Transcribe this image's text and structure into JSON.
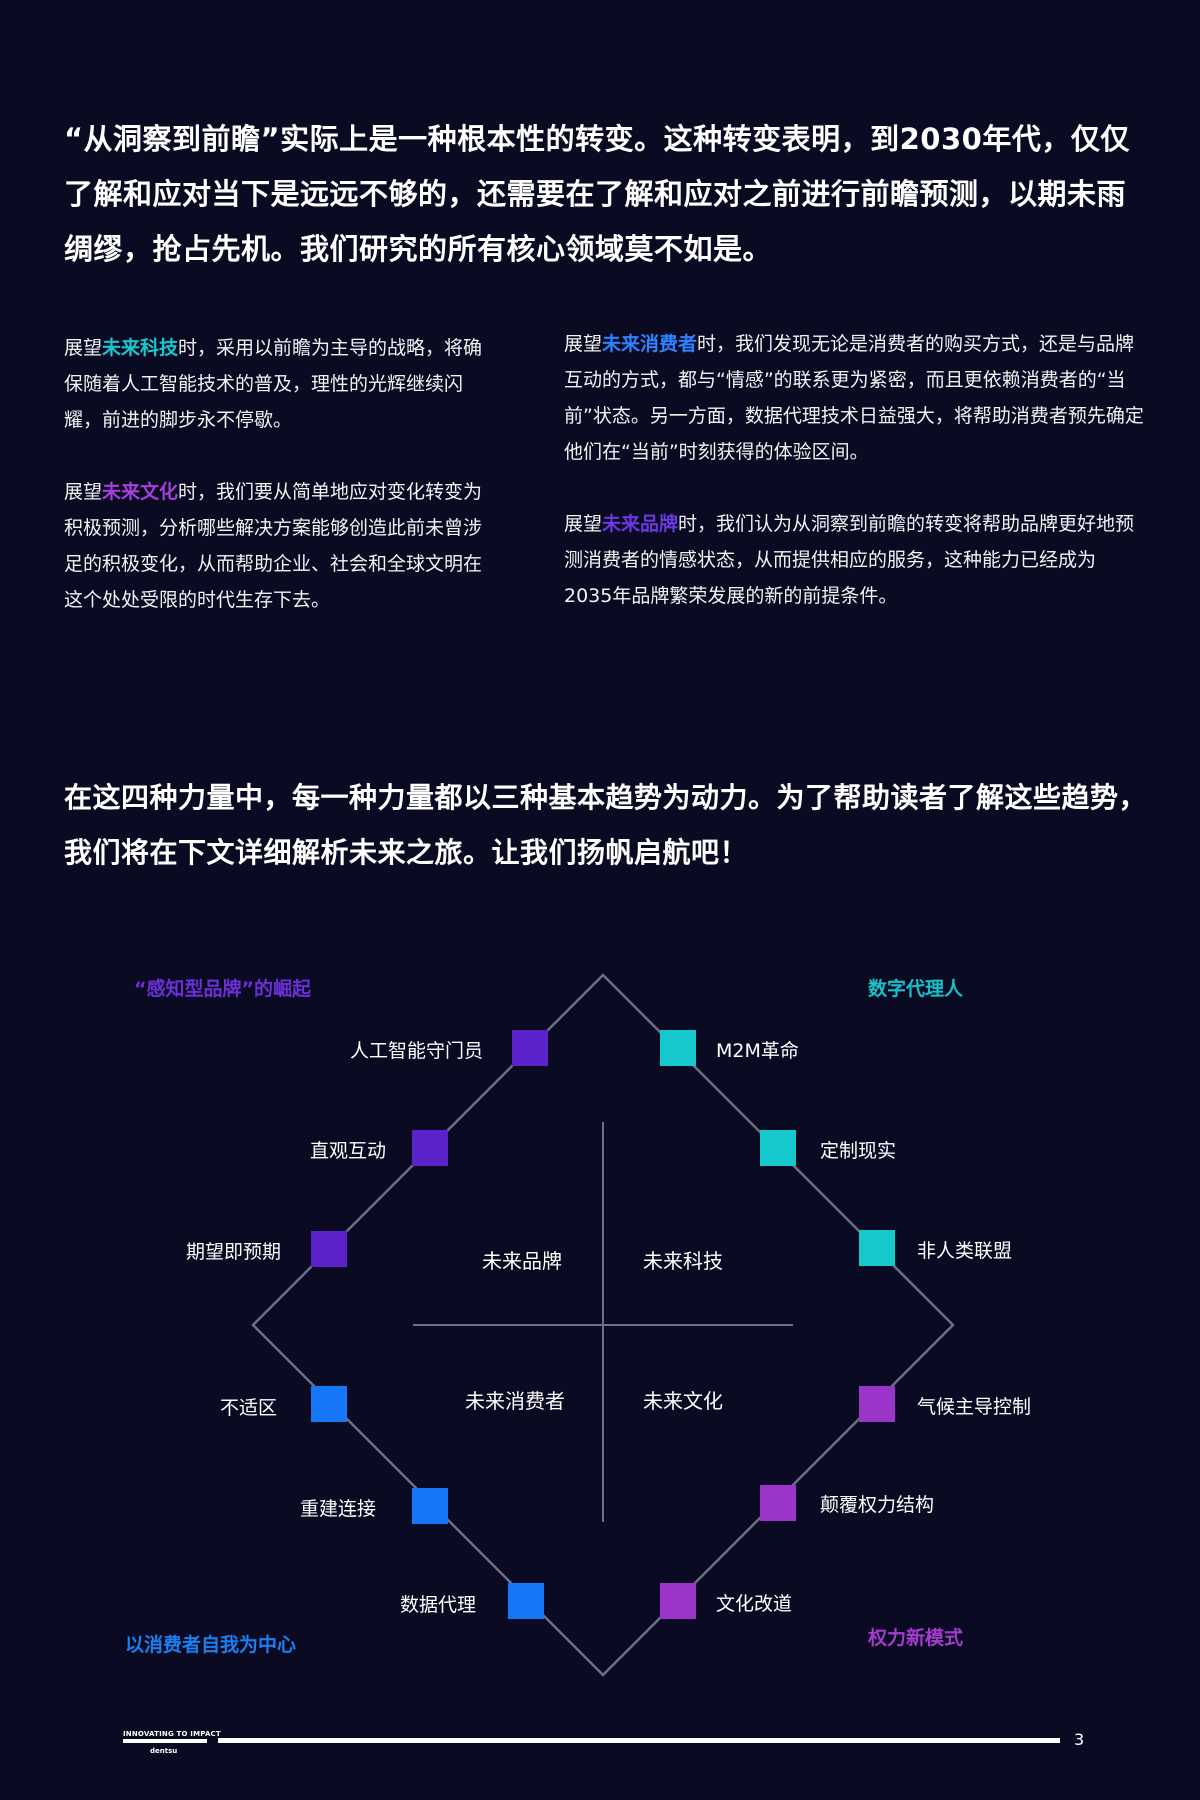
{
  "intro": "“从洞察到前瞻”实际上是一种根本性的转变。这种转变表明，到2030年代，仅仅了解和应对当下是远远不够的，还需要在了解和应对之前进行前瞻预测，以期未雨绸缪，抢占先机。我们研究的所有核心领域莫不如是。",
  "left_col": {
    "p1": {
      "pre": "展望",
      "hl": "未来科技",
      "post": "时，采用以前瞻为主导的战略，将确保随着人工智能技术的普及，理性的光辉继续闪耀，前进的脚步永不停歇。"
    },
    "p2": {
      "pre": "展望",
      "hl": "未来文化",
      "post": "时，我们要从简单地应对变化转变为积极预测，分析哪些解决方案能够创造此前未曾涉足的积极变化，从而帮助企业、社会和全球文明在这个处处受限的时代生存下去。"
    }
  },
  "right_col": {
    "p1": {
      "pre": "展望",
      "hl": "未来消费者",
      "post": "时，我们发现无论是消费者的购买方式，还是与品牌互动的方式，都与“情感”的联系更为紧密，而且更依赖消费者的“当前”状态。另一方面，数据代理技术日益强大，将帮助消费者预先确定他们在“当前”时刻获得的体验区间。"
    },
    "p2": {
      "pre": "展望",
      "hl": "未来品牌",
      "post": "时，我们认为从洞察到前瞻的转变将帮助品牌更好地预测消费者的情感状态，从而提供相应的服务，这种能力已经成为2035年品牌繁荣发展的新的前提条件。"
    }
  },
  "summary": "在这四种力量中，每一种力量都以三种基本趋势为动力。为了帮助读者了解这些趋势，我们将在下文详细解析未来之旅。让我们扬帆启航吧！",
  "diagram": {
    "corners": {
      "top_left": "“感知型品牌”的崛起",
      "top_right": "数字代理人",
      "bottom_left": "以消费者自我为中心",
      "bottom_right": "权力新模式"
    },
    "quadrants": {
      "top_left": "未来品牌",
      "top_right": "未来科技",
      "bottom_left": "未来消费者",
      "bottom_right": "未来文化"
    },
    "trends": {
      "brand": [
        "人工智能守门员",
        "直观互动",
        "期望即预期"
      ],
      "tech": [
        "M2M革命",
        "定制现实",
        "非人类联盟"
      ],
      "consumer": [
        "不适区",
        "重建连接",
        "数据代理"
      ],
      "culture": [
        "气候主导控制",
        "颠覆权力结构",
        "文化改道"
      ]
    },
    "colors": {
      "brand": "#5a22c8",
      "tech": "#14c8cc",
      "consumer": "#1577f5",
      "culture": "#9b34c8",
      "line": "#6e6e84"
    }
  },
  "footer": {
    "logo_tagline": "INNOVATING TO IMPACT",
    "logo_name": "dentsu",
    "page_number": "3"
  }
}
